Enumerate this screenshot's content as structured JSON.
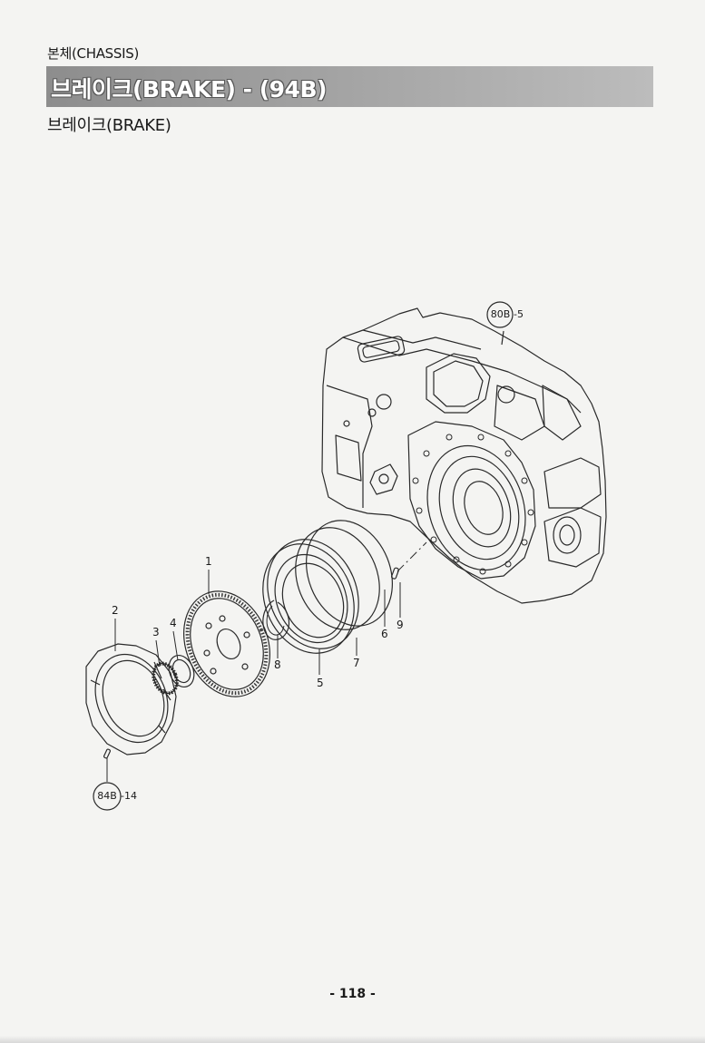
{
  "header": {
    "section_label": "본체(CHASSIS)",
    "title": "브레이크(BRAKE) - (94B)",
    "subtitle": "브레이크(BRAKE)"
  },
  "callouts": {
    "housing_ref": "80B",
    "housing_ref_suffix": "-5",
    "pin_ref": "84B",
    "pin_ref_suffix": "-14"
  },
  "parts": [
    "1",
    "2",
    "3",
    "4",
    "5",
    "6",
    "7",
    "8",
    "9"
  ],
  "footer": {
    "page_number": "- 118 -"
  },
  "colors": {
    "title_bar": "#9a9a9a",
    "line": "#2a2a2a"
  }
}
